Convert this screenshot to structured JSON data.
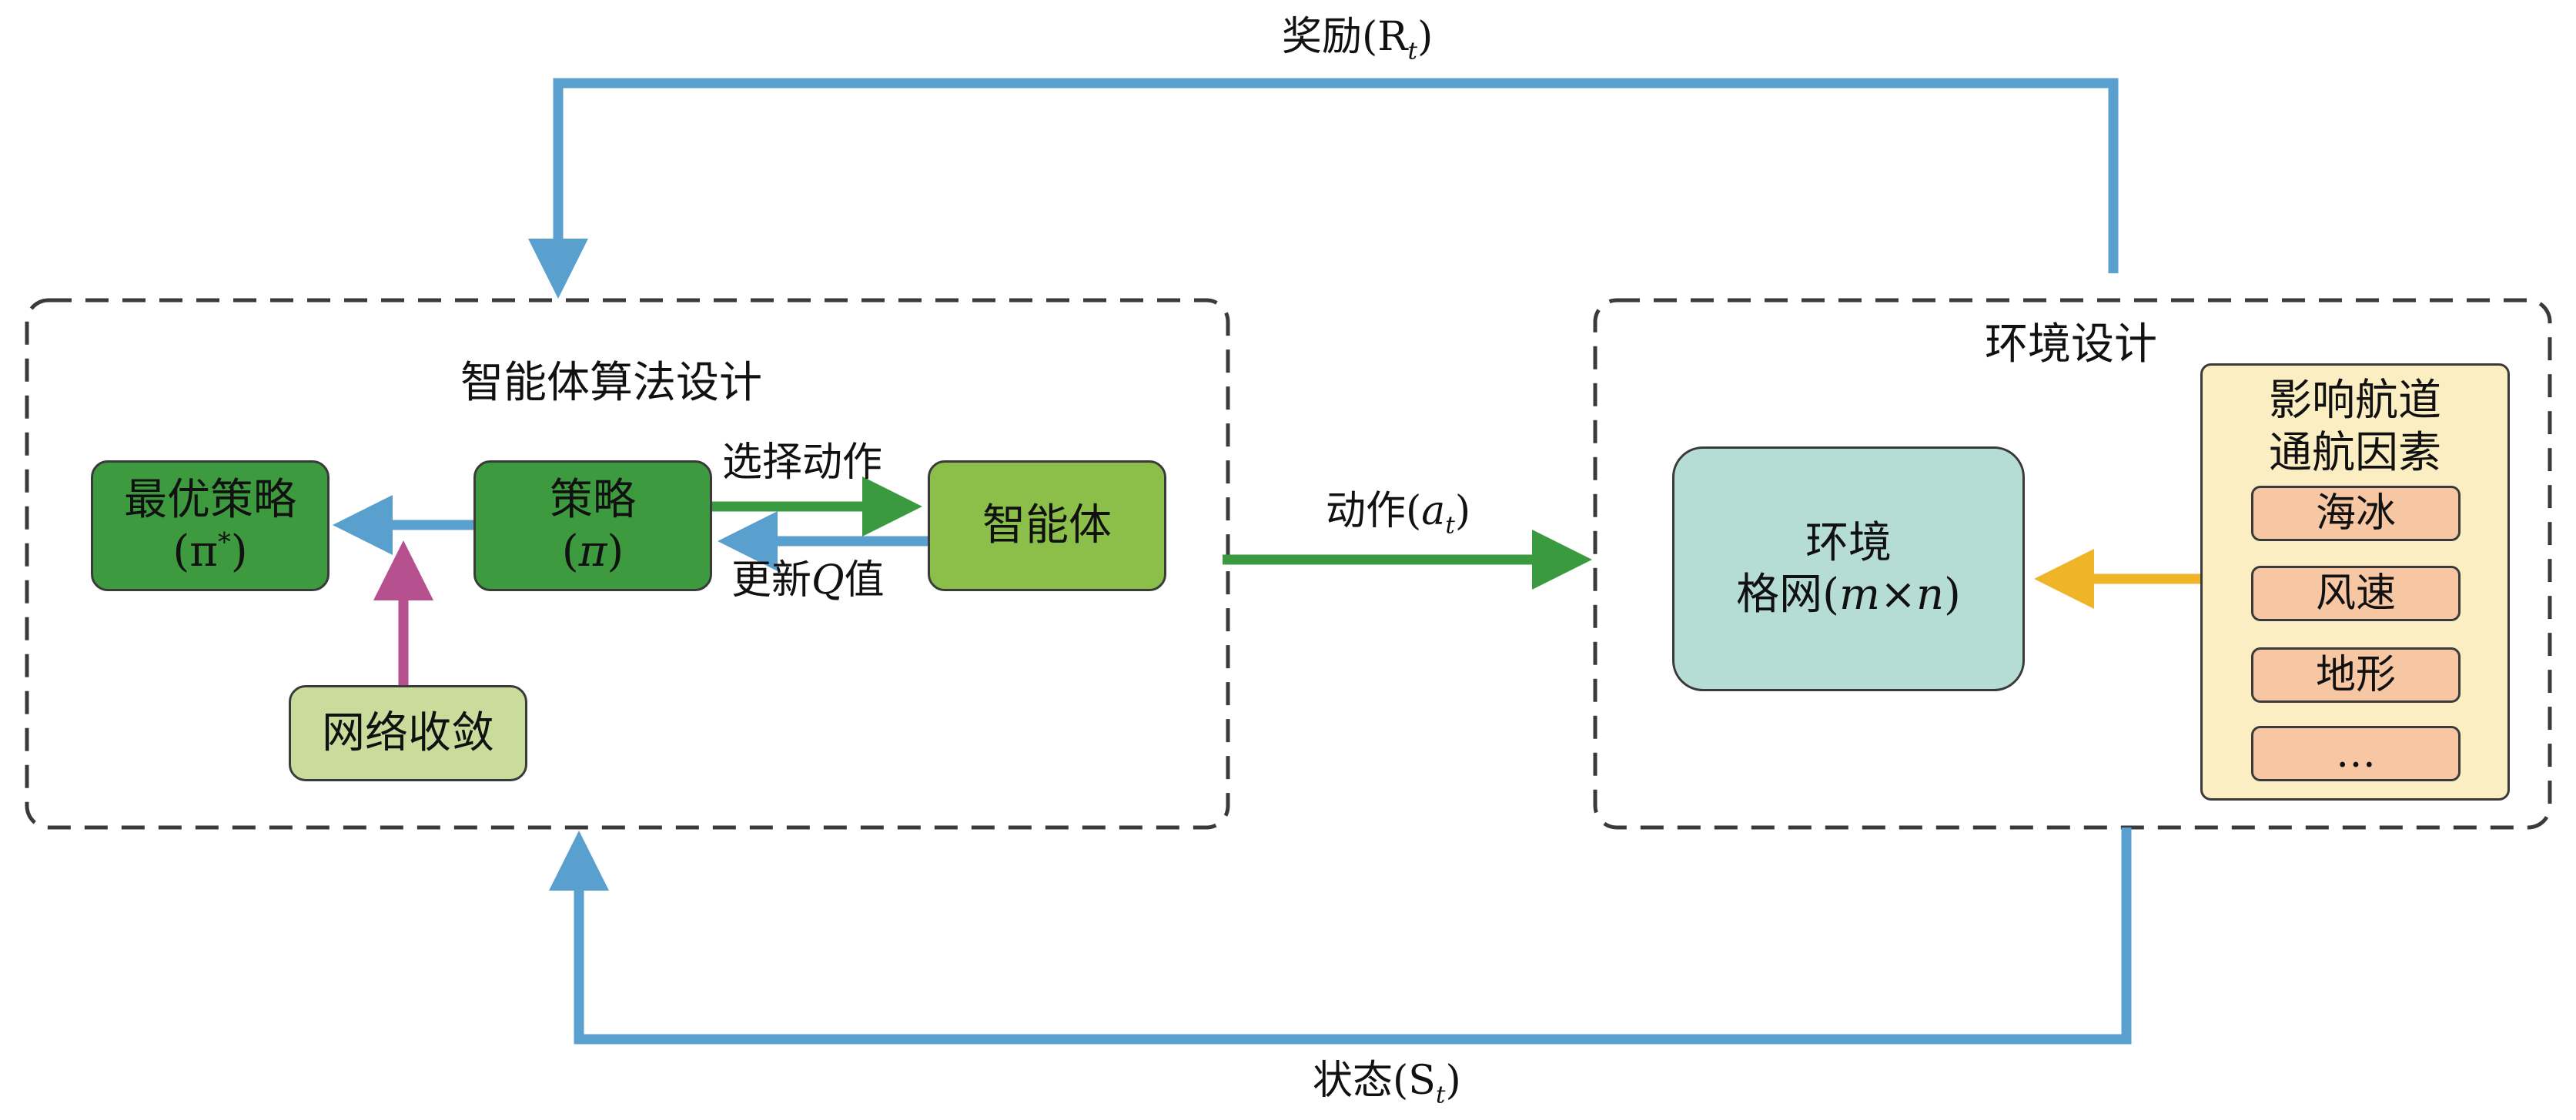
{
  "title_reward": "奖励(R",
  "title_reward_sub": "t",
  "title_state": "状态(S",
  "title_state_sub": "t",
  "agent_panel": {
    "title": "智能体算法设计",
    "optimal": {
      "line1": "最优策略",
      "line2a": "(π",
      "line2sup": "*",
      "line2b": ")"
    },
    "policy": {
      "line1": "策略",
      "line2a": "(",
      "line2italic": "π",
      "line2b": ")"
    },
    "agent": "智能体",
    "converge": "网络收敛",
    "select_action": "选择动作",
    "update_q_a": "更新",
    "update_q_q": "Q",
    "update_q_b": "值"
  },
  "action_label": {
    "text": "动作(",
    "italic": "a",
    "sub": "t",
    "close": ")"
  },
  "env_panel": {
    "title": "环境设计",
    "grid": {
      "line1": "环境",
      "line2a": "格网(",
      "line2m": "m",
      "line2x": "×",
      "line2n": "n",
      "line2b": ")"
    },
    "factors": {
      "title_line1": "影响航道",
      "title_line2": "通航因素",
      "items": [
        "海冰",
        "风速",
        "地形",
        "…"
      ]
    }
  },
  "colors": {
    "blue": "#5aa0cf",
    "green": "#3a9a3f",
    "magenta": "#b6508f",
    "orange": "#f0b429",
    "dark_green_box": "#3d9a3e",
    "light_green_box": "#8bbf4a",
    "pale_green_box": "#c9dc9c",
    "teal_box": "#b6ddd5",
    "factor_panel": "#fbeec2",
    "factor_item": "#f7c7a4"
  }
}
